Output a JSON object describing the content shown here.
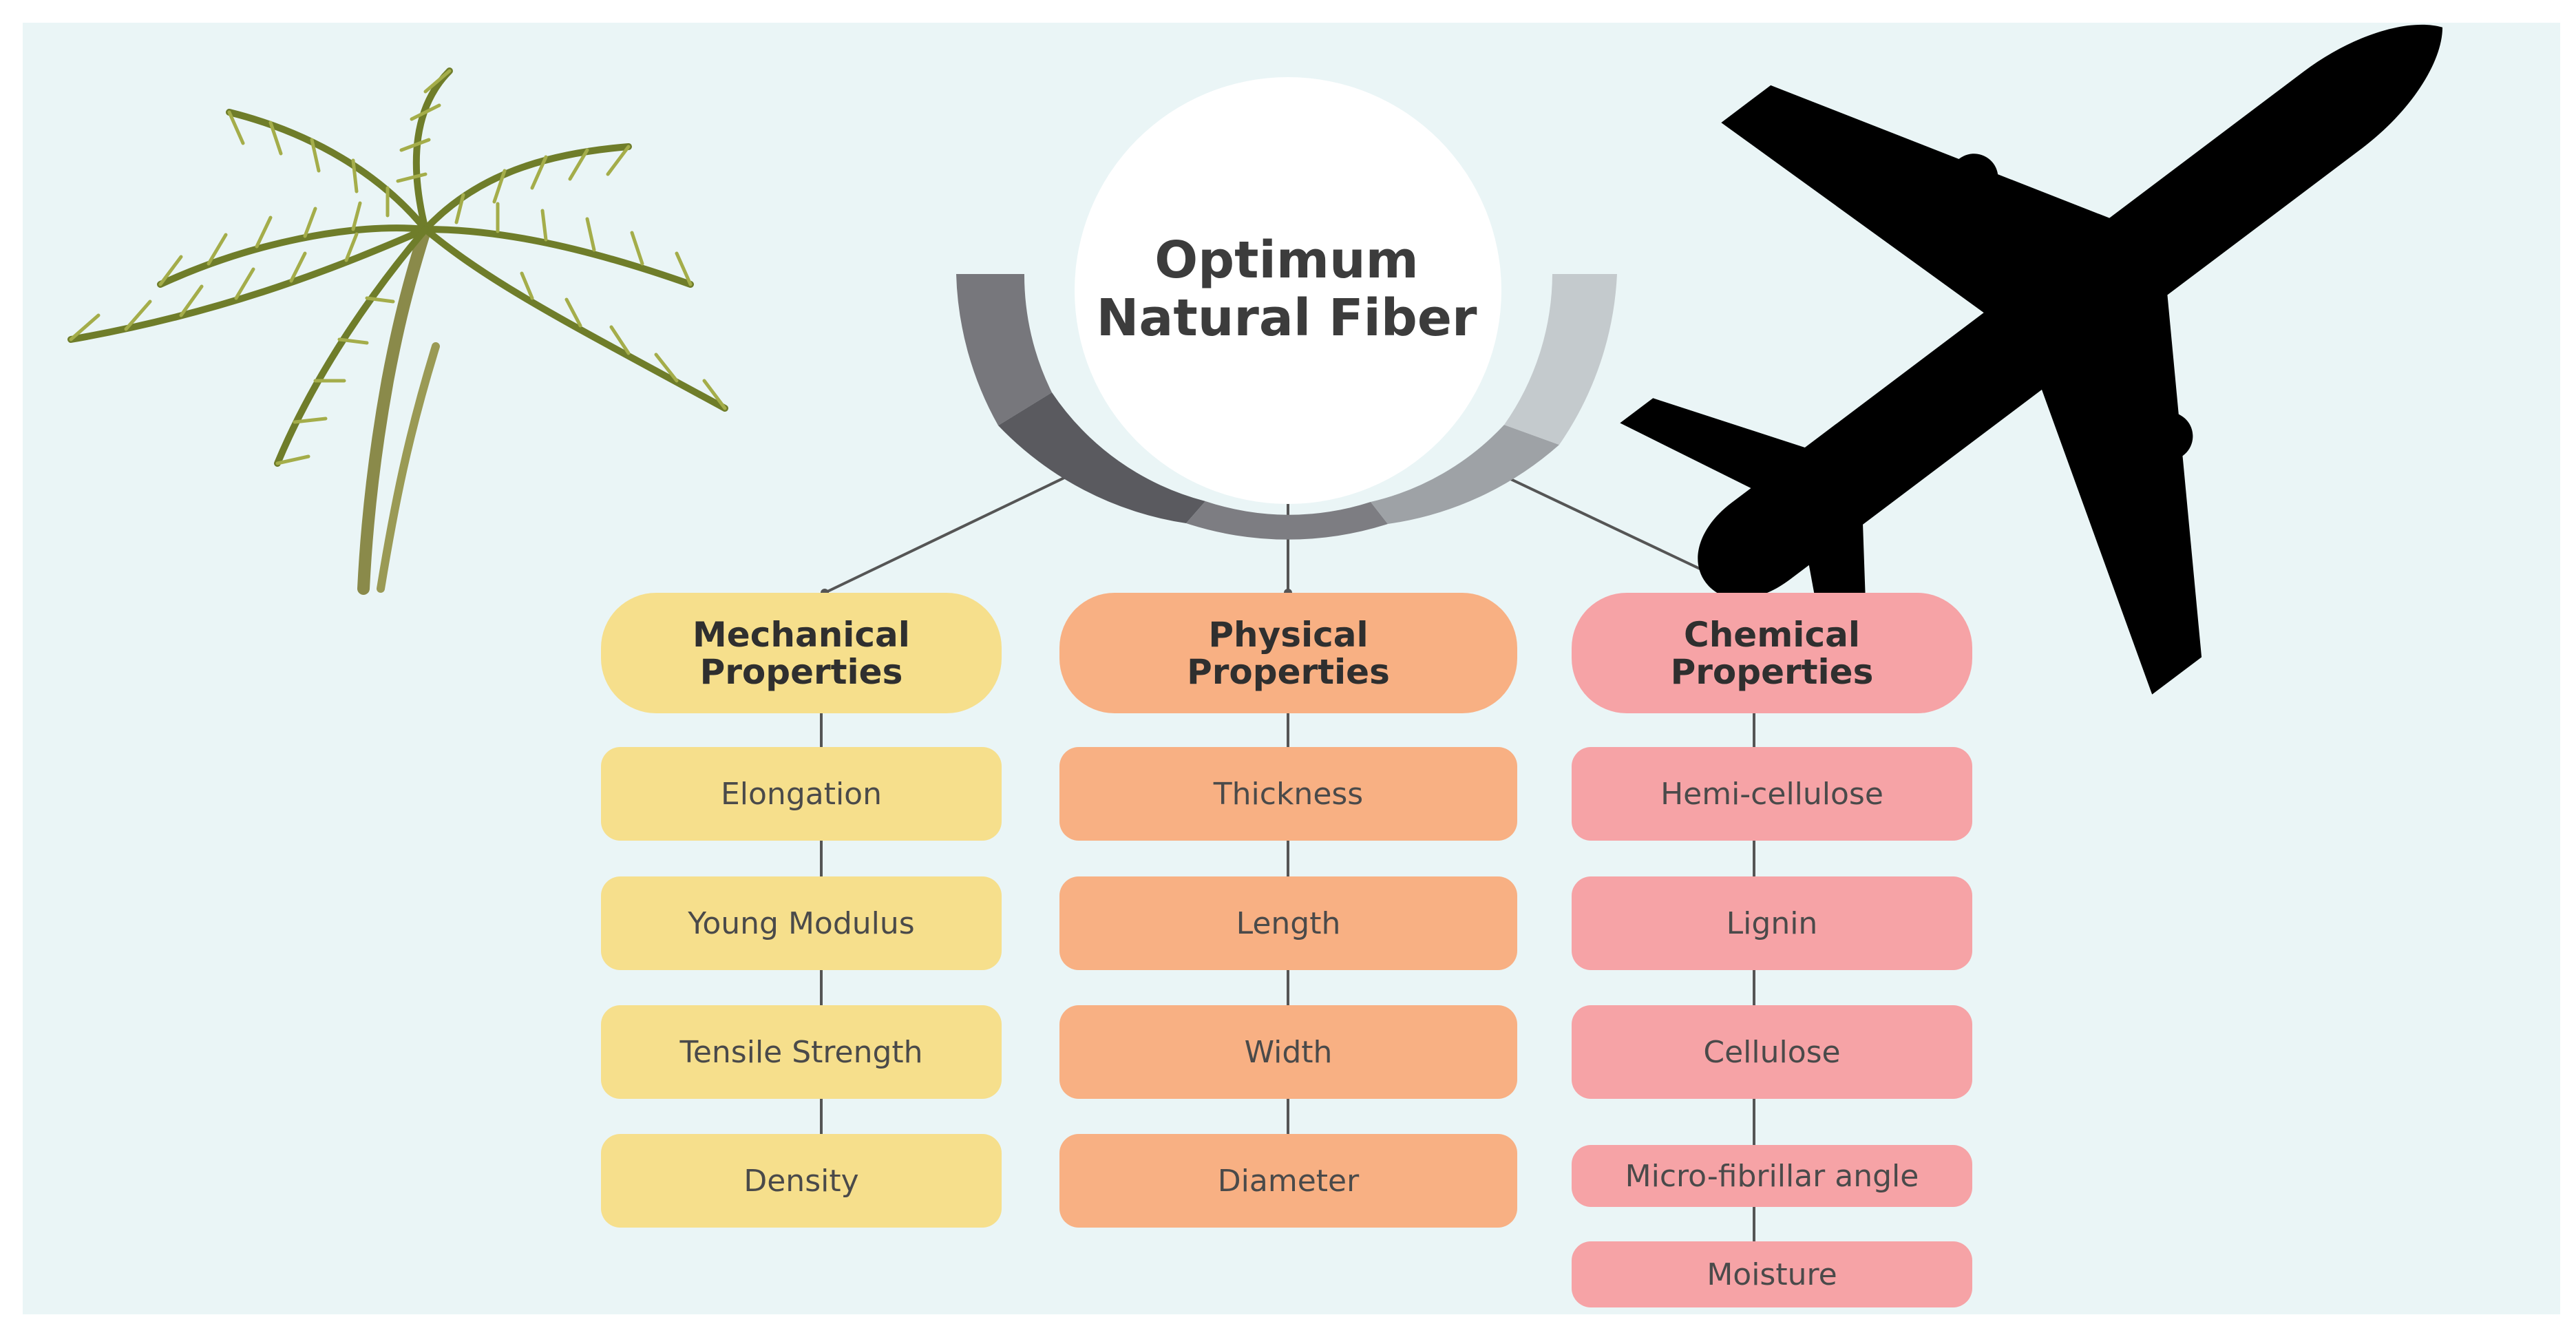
{
  "center": {
    "line1": "Optimum",
    "line2": "Natural Fiber"
  },
  "columns": [
    {
      "id": "mechanical",
      "header_line1": "Mechanical",
      "header_line2": "Properties",
      "color": "#f6df8c",
      "items": [
        "Elongation",
        "Young Modulus",
        "Tensile Strength",
        "Density"
      ]
    },
    {
      "id": "physical",
      "header_line1": "Physical",
      "header_line2": "Properties",
      "color": "#f8b083",
      "items": [
        "Thickness",
        "Length",
        "Width",
        "Diameter"
      ]
    },
    {
      "id": "chemical",
      "header_line1": "Chemical",
      "header_line2": "Properties",
      "color": "#f6a3a6",
      "items": [
        "Hemi-cellulose",
        "Lignin",
        "Cellulose",
        "Micro-fibrillar angle",
        "Moisture"
      ]
    }
  ],
  "illustrations": [
    "palm-tree-icon",
    "airplane-icon"
  ]
}
